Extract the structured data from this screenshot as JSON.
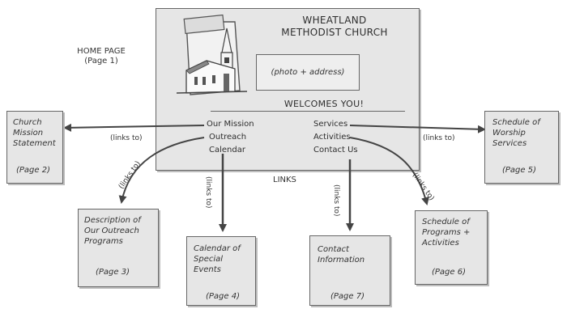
{
  "homepage": {
    "label": "HOME PAGE",
    "page": "(Page 1)",
    "title_line1": "WHEATLAND",
    "title_line2": "METHODIST CHURCH",
    "photo_text": "(photo + address)",
    "welcome": "WELCOMES YOU!",
    "links_caption": "LINKS"
  },
  "links_left": [
    "Our Mission",
    "Outreach",
    "Calendar"
  ],
  "links_right": [
    "Services",
    "Activities",
    "Contact Us"
  ],
  "link_label": "(links to)",
  "pages": {
    "mission": {
      "lines": [
        "Church",
        "Mission",
        "Statement"
      ],
      "page": "(Page 2)"
    },
    "outreach": {
      "lines": [
        "Description of",
        "Our Outreach",
        "Programs"
      ],
      "page": "(Page 3)"
    },
    "calendar": {
      "lines": [
        "Calendar of",
        "Special",
        "Events"
      ],
      "page": "(Page 4)"
    },
    "services": {
      "lines": [
        "Schedule of",
        "Worship",
        "Services"
      ],
      "page": "(Page 5)"
    },
    "activities": {
      "lines": [
        "Schedule of",
        "Programs +",
        "Activities"
      ],
      "page": "(Page 6)"
    },
    "contact": {
      "lines": [
        "Contact",
        "Information"
      ],
      "page": "(Page 7)"
    }
  },
  "colors": {
    "box_fill": "#e6e6e6",
    "stroke": "#555555",
    "shadow": "#bdbdbd"
  }
}
